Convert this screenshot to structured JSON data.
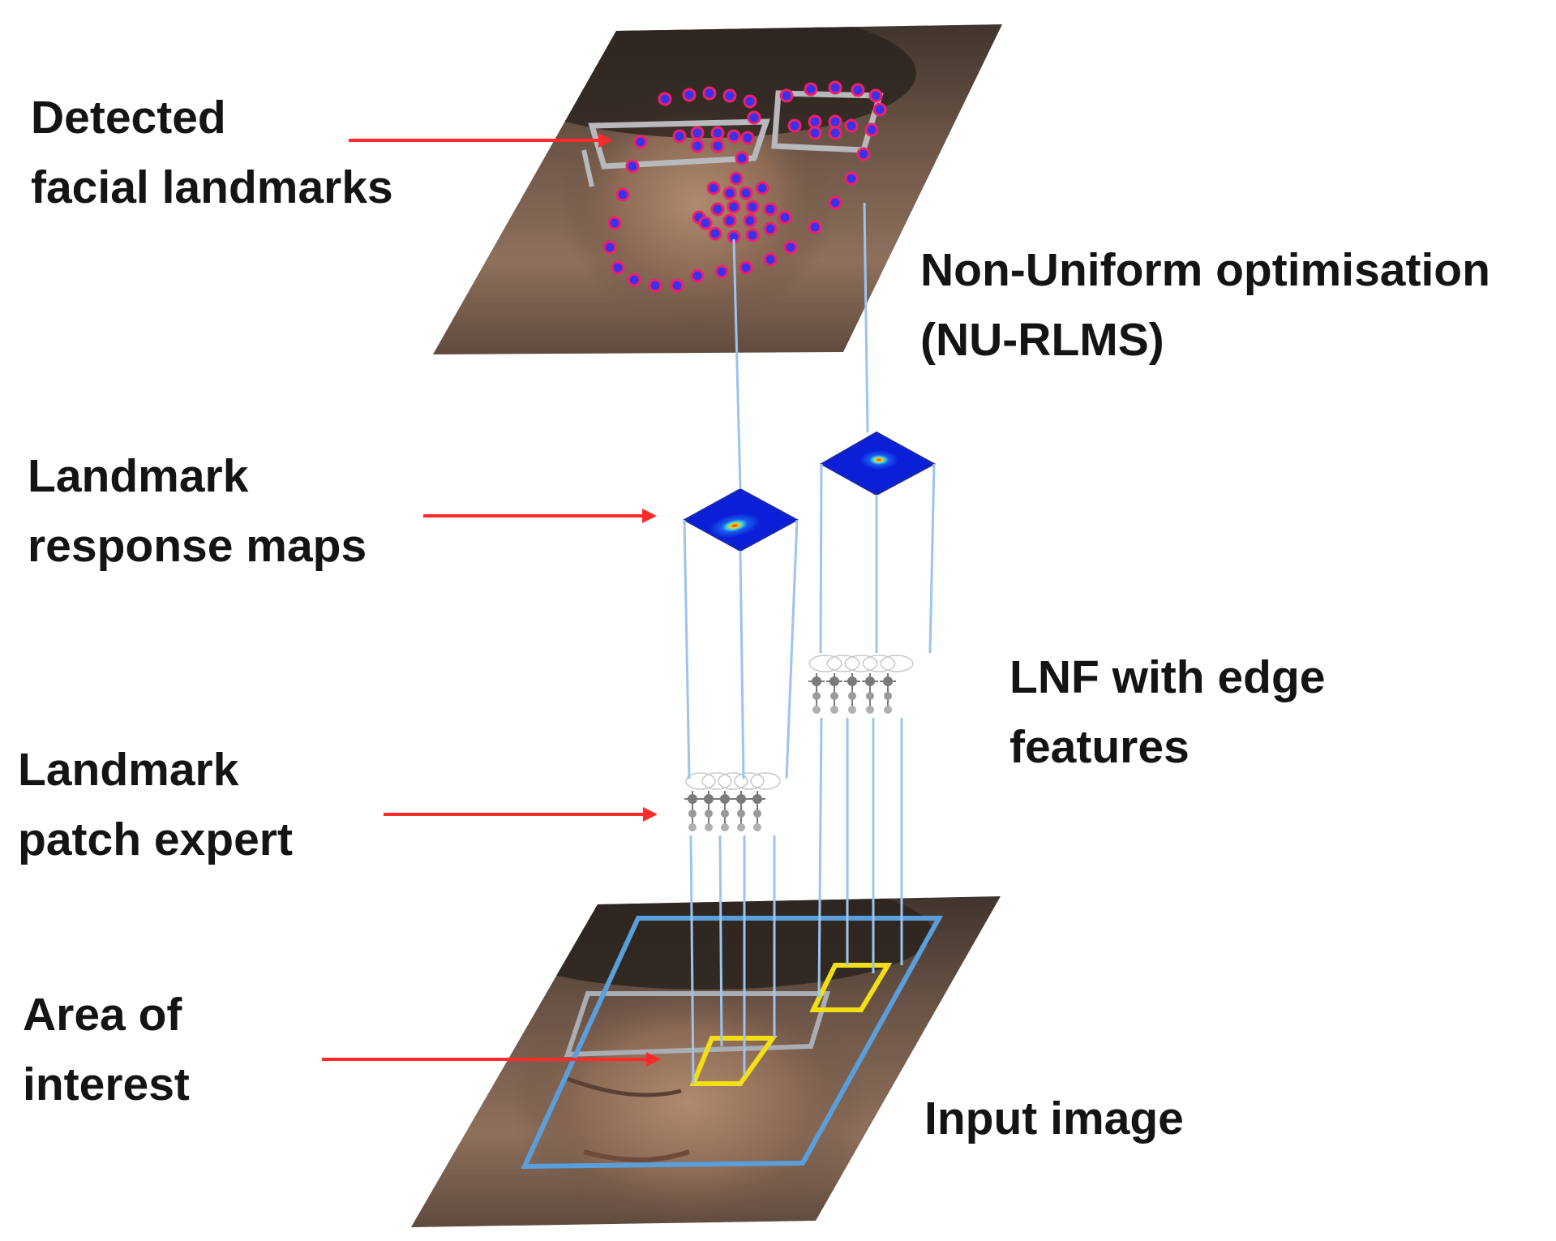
{
  "labels": {
    "detected": [
      "Detected",
      "facial landmarks"
    ],
    "nu_rlms": [
      "Non-Uniform optimisation",
      "(NU-RLMS)"
    ],
    "response_maps": [
      "Landmark",
      "response maps"
    ],
    "lnf": [
      "LNF with edge",
      "features"
    ],
    "patch_expert": [
      "Landmark",
      "patch expert"
    ],
    "area": [
      "Area of",
      "interest"
    ],
    "input": [
      "Input image"
    ]
  },
  "colors": {
    "arrow": "#ff2a2a",
    "connector": "#9cc4ec",
    "roi_box": "#5a9fdc",
    "patch_box": "#f2df16",
    "landmark_fill": "#3a32e8",
    "landmark_ring": "#f0206a",
    "face_dark": "#3b2f27",
    "heatmap_blue": "#0a1fd6"
  },
  "icons": {
    "face_top": "face-with-landmarks",
    "face_bottom": "input-face-image",
    "heatmap": "response-heatmap",
    "network": "neural-network-icon"
  }
}
